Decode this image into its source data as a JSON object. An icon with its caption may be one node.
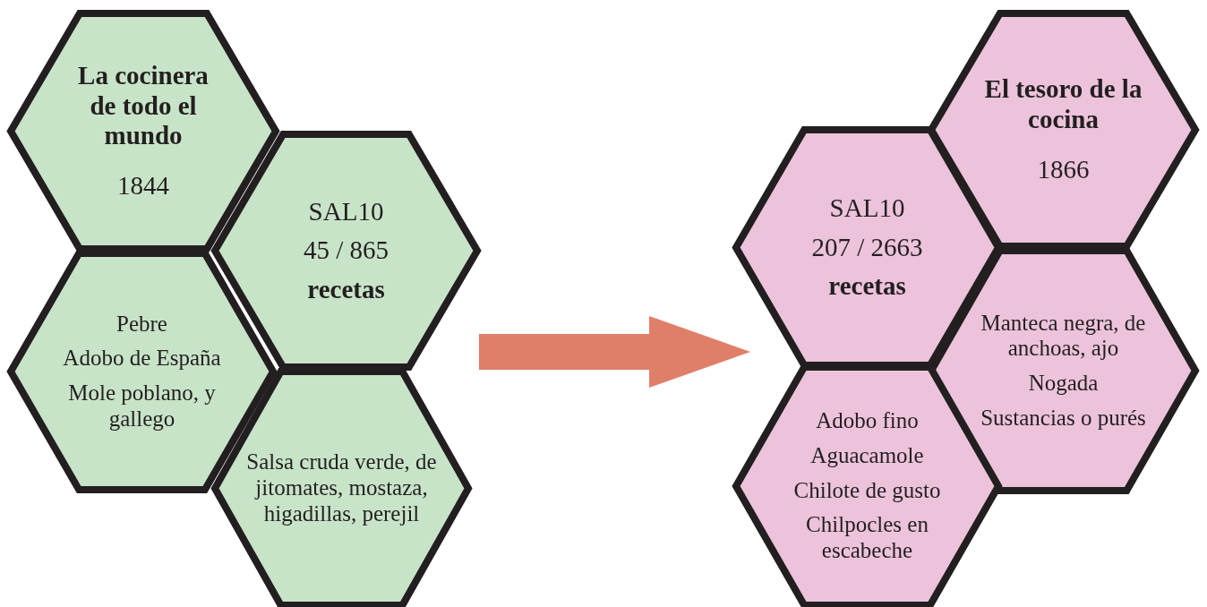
{
  "diagram": {
    "nodes": [
      {
        "text": [
          "La cocinera de todo el mundo",
          "1844"
        ]
      },
      {
        "text": [
          "SAL10",
          "45 / 865",
          "recetas"
        ]
      },
      {
        "text": [
          "Pebre",
          "Adobo de España",
          "Mole poblano, y gallego"
        ]
      },
      {
        "text": [
          "Salsa cruda verde, de jitomates, mostaza, higadillas, perejil"
        ]
      },
      {
        "text": [
          "El tesoro de la cocina",
          "1866"
        ]
      },
      {
        "text": [
          "SAL10",
          "207 / 2663",
          "recetas"
        ]
      },
      {
        "text": [
          "Manteca negra, de anchoas, ajo",
          "Nogada",
          "Sustancias o purés"
        ]
      },
      {
        "text": [
          "Adobo fino",
          "Aguacamole",
          "Chilote de gusto",
          "Chilpocles en escabeche"
        ]
      }
    ],
    "edges": [
      {
        "from": 1,
        "to": 5,
        "arrow": "to"
      }
    ]
  }
}
